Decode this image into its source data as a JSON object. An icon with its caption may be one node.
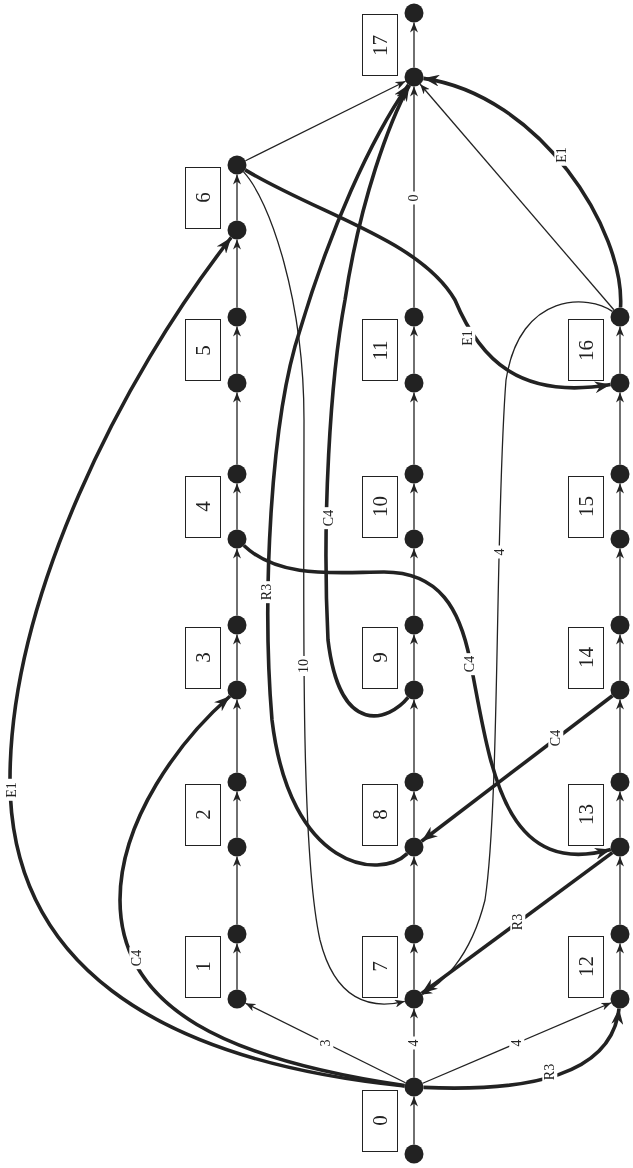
{
  "diagram": {
    "nodes": [
      {
        "text": [
          "0"
        ]
      },
      {
        "text": [
          "1"
        ]
      },
      {
        "text": [
          "2"
        ]
      },
      {
        "text": [
          "3"
        ]
      },
      {
        "text": [
          "4"
        ]
      },
      {
        "text": [
          "5"
        ]
      },
      {
        "text": [
          "6"
        ]
      },
      {
        "text": [
          "7"
        ]
      },
      {
        "text": [
          "8"
        ]
      },
      {
        "text": [
          "9"
        ]
      },
      {
        "text": [
          "10"
        ]
      },
      {
        "text": [
          "11"
        ]
      },
      {
        "text": [
          "12"
        ]
      },
      {
        "text": [
          "13"
        ]
      },
      {
        "text": [
          "14"
        ]
      },
      {
        "text": [
          "15"
        ]
      },
      {
        "text": [
          "16"
        ]
      },
      {
        "text": [
          "17"
        ]
      },
      {
        "text": [],
        "shape": "circle"
      },
      {
        "text": [],
        "shape": "circle"
      },
      {
        "text": [],
        "shape": "circle"
      },
      {
        "text": [],
        "shape": "circle"
      },
      {
        "text": [],
        "shape": "circle"
      },
      {
        "text": [],
        "shape": "circle"
      },
      {
        "text": [],
        "shape": "circle"
      },
      {
        "text": [],
        "shape": "circle"
      },
      {
        "text": [],
        "shape": "circle"
      },
      {
        "text": [],
        "shape": "circle"
      },
      {
        "text": [],
        "shape": "circle"
      },
      {
        "text": [],
        "shape": "circle"
      },
      {
        "text": [],
        "shape": "circle"
      },
      {
        "text": [],
        "shape": "circle"
      },
      {
        "text": [],
        "shape": "circle"
      },
      {
        "text": [],
        "shape": "circle"
      },
      {
        "text": [],
        "shape": "circle"
      },
      {
        "text": [],
        "shape": "circle"
      },
      {
        "text": [],
        "shape": "circle"
      },
      {
        "text": [],
        "shape": "circle"
      },
      {
        "text": [],
        "shape": "circle"
      },
      {
        "text": [],
        "shape": "circle"
      },
      {
        "text": [],
        "shape": "circle"
      },
      {
        "text": [],
        "shape": "circle"
      },
      {
        "text": [],
        "shape": "circle"
      },
      {
        "text": [],
        "shape": "circle"
      },
      {
        "text": [],
        "shape": "circle"
      },
      {
        "text": [],
        "shape": "circle"
      },
      {
        "text": [],
        "shape": "circle"
      },
      {
        "text": [],
        "shape": "circle"
      },
      {
        "text": [],
        "shape": "circle"
      },
      {
        "text": [],
        "shape": "circle"
      },
      {
        "text": [],
        "shape": "circle"
      },
      {
        "text": [],
        "shape": "circle"
      },
      {
        "text": [],
        "shape": "circle"
      },
      {
        "text": [],
        "shape": "circle"
      }
    ],
    "edges": [
      {
        "from": 18,
        "to": 19,
        "arrow": "to"
      },
      {
        "from": 20,
        "to": 21,
        "arrow": "to"
      },
      {
        "from": 22,
        "to": 23,
        "arrow": "to"
      },
      {
        "from": 24,
        "to": 25,
        "arrow": "to"
      },
      {
        "from": 26,
        "to": 27,
        "arrow": "to"
      },
      {
        "from": 28,
        "to": 29,
        "arrow": "to"
      },
      {
        "from": 30,
        "to": 31,
        "arrow": "to"
      },
      {
        "from": 32,
        "to": 33,
        "arrow": "to"
      },
      {
        "from": 34,
        "to": 35,
        "arrow": "to"
      },
      {
        "from": 36,
        "to": 37,
        "arrow": "to"
      },
      {
        "from": 38,
        "to": 39,
        "arrow": "to"
      },
      {
        "from": 40,
        "to": 41,
        "arrow": "to"
      },
      {
        "from": 42,
        "to": 43,
        "arrow": "to"
      },
      {
        "from": 44,
        "to": 45,
        "arrow": "to"
      },
      {
        "from": 46,
        "to": 47,
        "arrow": "to"
      },
      {
        "from": 48,
        "to": 49,
        "arrow": "to"
      },
      {
        "from": 50,
        "to": 51,
        "arrow": "to"
      },
      {
        "from": 52,
        "to": 53,
        "arrow": "to"
      },
      {
        "from": 21,
        "to": 22,
        "arrow": "to"
      },
      {
        "from": 23,
        "to": 24,
        "arrow": "to"
      },
      {
        "from": 25,
        "to": 26,
        "arrow": "to"
      },
      {
        "from": 27,
        "to": 28,
        "arrow": "to"
      },
      {
        "from": 29,
        "to": 30,
        "arrow": "to"
      },
      {
        "from": 19,
        "to": 32,
        "arrow": "to",
        "label": "4"
      },
      {
        "from": 33,
        "to": 34,
        "arrow": "to"
      },
      {
        "from": 35,
        "to": 36,
        "arrow": "to"
      },
      {
        "from": 37,
        "to": 38,
        "arrow": "to"
      },
      {
        "from": 39,
        "to": 40,
        "arrow": "to"
      },
      {
        "from": 41,
        "to": 52,
        "arrow": "to",
        "label": "0"
      },
      {
        "from": 43,
        "to": 44,
        "arrow": "to"
      },
      {
        "from": 45,
        "to": 46,
        "arrow": "to"
      },
      {
        "from": 47,
        "to": 48,
        "arrow": "to"
      },
      {
        "from": 49,
        "to": 50,
        "arrow": "to"
      },
      {
        "from": 19,
        "to": 20,
        "arrow": "to",
        "label": "3"
      },
      {
        "from": 19,
        "to": 42,
        "arrow": "to",
        "label": "4"
      },
      {
        "from": 19,
        "to": 30,
        "arrow": "to",
        "label": "E1",
        "style": "thick"
      },
      {
        "from": 19,
        "to": 24,
        "arrow": "to",
        "label": "C4",
        "style": "thick"
      },
      {
        "from": 19,
        "to": 42,
        "arrow": "to",
        "label": "R3",
        "style": "thick"
      },
      {
        "from": 31,
        "to": 52,
        "arrow": "to"
      },
      {
        "from": 31,
        "to": 50,
        "arrow": "to",
        "label": "E1",
        "style": "thick"
      },
      {
        "from": 31,
        "to": 32,
        "arrow": "to",
        "label": "10"
      },
      {
        "from": 26,
        "to": 44,
        "arrow": "to",
        "label": "C4",
        "style": "thick"
      },
      {
        "from": 34,
        "to": 52,
        "arrow": "to",
        "label": "R3",
        "style": "thick"
      },
      {
        "from": 36,
        "to": 52,
        "arrow": "to",
        "label": "C4",
        "style": "thick"
      },
      {
        "from": 46,
        "to": 34,
        "arrow": "to",
        "label": "C4",
        "style": "thick"
      },
      {
        "from": 44,
        "to": 32,
        "arrow": "to",
        "label": "R3",
        "style": "thick"
      },
      {
        "from": 51,
        "to": 52,
        "arrow": "to",
        "label": "E1",
        "style": "thick"
      },
      {
        "from": 51,
        "to": 52,
        "arrow": "to"
      },
      {
        "from": 51,
        "to": 32,
        "arrow": "to",
        "label": "4"
      }
    ]
  }
}
